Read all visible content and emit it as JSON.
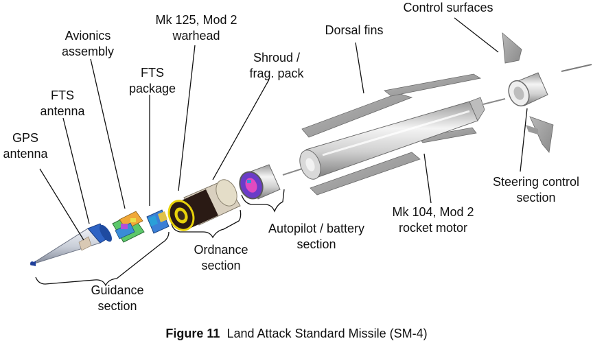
{
  "labels": {
    "gps_antenna": "GPS\nantenna",
    "fts_antenna": "FTS\nantenna",
    "avionics_assembly": "Avionics\nassembly",
    "fts_package": "FTS\npackage",
    "warhead": "Mk 125, Mod 2\nwarhead",
    "shroud": "Shroud /\nfrag. pack",
    "dorsal_fins": "Dorsal fins",
    "control_surfaces": "Control surfaces",
    "steering_control_section": "Steering control\nsection",
    "rocket_motor": "Mk 104, Mod 2\nrocket motor",
    "autopilot_battery_section": "Autopilot / battery\nsection",
    "ordnance_section": "Ordnance\nsection",
    "guidance_section": "Guidance\nsection"
  },
  "caption": {
    "number": "Figure 11",
    "text": "Land Attack Standard Missile (SM-4)"
  },
  "colors": {
    "nose_cone": "#c9ced8",
    "nose_band": "#2e63c4",
    "metal": "#d3d3d3",
    "fins": "#a9a9a9",
    "warhead_dark": "#2a1a14",
    "warhead_band": "#e8d20a",
    "autopilot_interior": "#6a3cc8"
  }
}
